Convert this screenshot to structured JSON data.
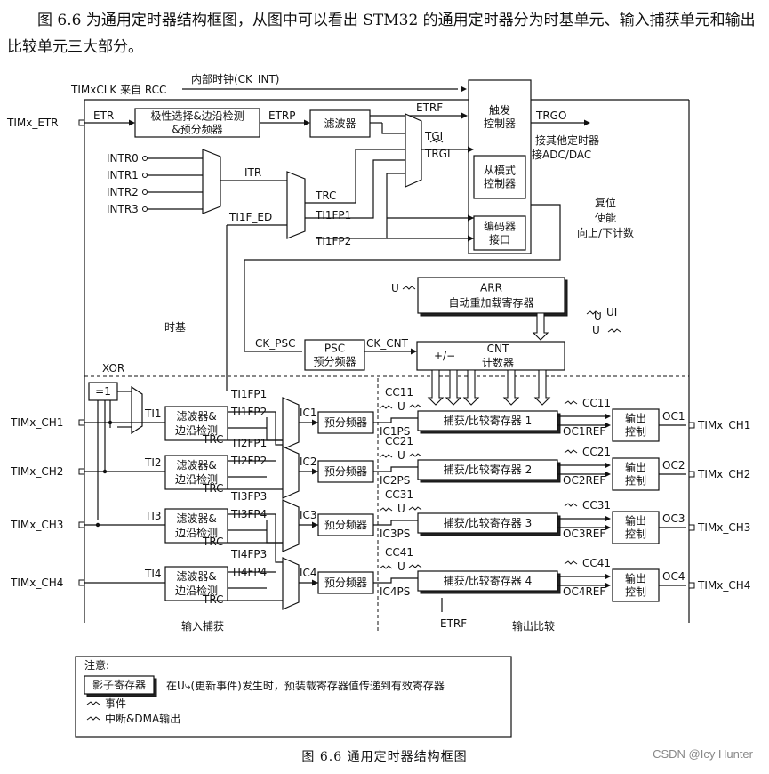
{
  "intro_text": "图 6.6 为通用定时器结构框图，从图中可以看出 STM32 的通用定时器分为时基单元、输入捕获单元和输出比较单元三大部分。",
  "diagram": {
    "top": {
      "clk_src": "TIMxCLK 来自 RCC",
      "internal_clk": "内部时钟(CK_INT)",
      "etr_pin": "TIMx_ETR",
      "etr": "ETR",
      "polarity_box": [
        "极性选择&边沿检测",
        "&预分频器"
      ],
      "etrp": "ETRP",
      "filter_box": "滤波器",
      "etrf": "ETRF",
      "trigger_box": [
        "触发",
        "控制器"
      ],
      "trgo": "TRGO",
      "trgo_note": [
        "接其他定时器",
        "接ADC/DAC"
      ],
      "tgi": "TGI",
      "trgi": "TRGI",
      "slave_box": [
        "从模式",
        "控制器"
      ],
      "encoder_box": [
        "编码器",
        "接口"
      ],
      "slave_note": [
        "复位",
        "使能",
        "向上/下计数"
      ],
      "intr": [
        "INTR0",
        "INTR1",
        "INTR2",
        "INTR3"
      ],
      "itr": "ITR",
      "trc": "TRC",
      "ti1f_ed": "TI1F_ED",
      "ti1fp1": "TI1FP1",
      "ti1fp2": "TI1FP2"
    },
    "timebase": {
      "u": "U",
      "arr_box": [
        "ARR",
        "自动重加载寄存器"
      ],
      "ui": "UI",
      "label": "时基",
      "ck_psc": "CK_PSC",
      "psc_box": [
        "PSC",
        "预分频器"
      ],
      "ck_cnt": "CK_CNT",
      "cnt_pm": "+/−",
      "cnt_box": [
        "CNT",
        "计数器"
      ]
    },
    "capture": {
      "xor": "XOR",
      "xor_gate": "=1",
      "filter_box": [
        "滤波器&",
        "边沿检测"
      ],
      "prescaler": "预分频器",
      "channels": [
        {
          "pin": "TIMx_CH1",
          "ti": "TI1",
          "fpa": "TI1FP1",
          "fpb": "TI1FP2",
          "trc": "TRC",
          "ic": "IC1",
          "ps": "IC1PS",
          "cc": "CC11",
          "u": "U",
          "reg": "捕获/比较寄存器 1",
          "cc_out": "CC11",
          "ref": "OC1REF",
          "oc": "OC1",
          "out_pin": "TIMx_CH1"
        },
        {
          "pin": "TIMx_CH2",
          "ti": "TI2",
          "fpa": "TI2FP1",
          "fpb": "TI2FP2",
          "trc": "TRC",
          "ic": "IC2",
          "ps": "IC2PS",
          "cc": "CC21",
          "u": "U",
          "reg": "捕获/比较寄存器 2",
          "cc_out": "CC21",
          "ref": "OC2REF",
          "oc": "OC2",
          "out_pin": "TIMx_CH2"
        },
        {
          "pin": "TIMx_CH3",
          "ti": "TI3",
          "fpa": "TI3FP3",
          "fpb": "TI3FP4",
          "trc": "TRC",
          "ic": "IC3",
          "ps": "IC3PS",
          "cc": "CC31",
          "u": "U",
          "reg": "捕获/比较寄存器 3",
          "cc_out": "CC31",
          "ref": "OC3REF",
          "oc": "OC3",
          "out_pin": "TIMx_CH3"
        },
        {
          "pin": "TIMx_CH4",
          "ti": "TI4",
          "fpa": "TI4FP3",
          "fpb": "TI4FP4",
          "trc": "TRC",
          "ic": "IC4",
          "ps": "IC4PS",
          "cc": "CC41",
          "u": "U",
          "reg": "捕获/比较寄存器 4",
          "cc_out": "CC41",
          "ref": "OC4REF",
          "oc": "OC4",
          "out_pin": "TIMx_CH4"
        }
      ],
      "out_box": [
        "输出",
        "控制"
      ],
      "etrf_bottom": "ETRF",
      "input_label": "输入捕获",
      "output_label": "输出比较"
    },
    "legend": {
      "title": "注意:",
      "shadow_box": "影子寄存器",
      "shadow_desc": "在U⤷(更新事件)发生时，预装载寄存器值传递到有效寄存器",
      "event": "事件",
      "irq": "中断&DMA输出"
    }
  },
  "caption": "图 6.6    通用定时器结构框图",
  "watermark": "CSDN @Icy Hunter"
}
